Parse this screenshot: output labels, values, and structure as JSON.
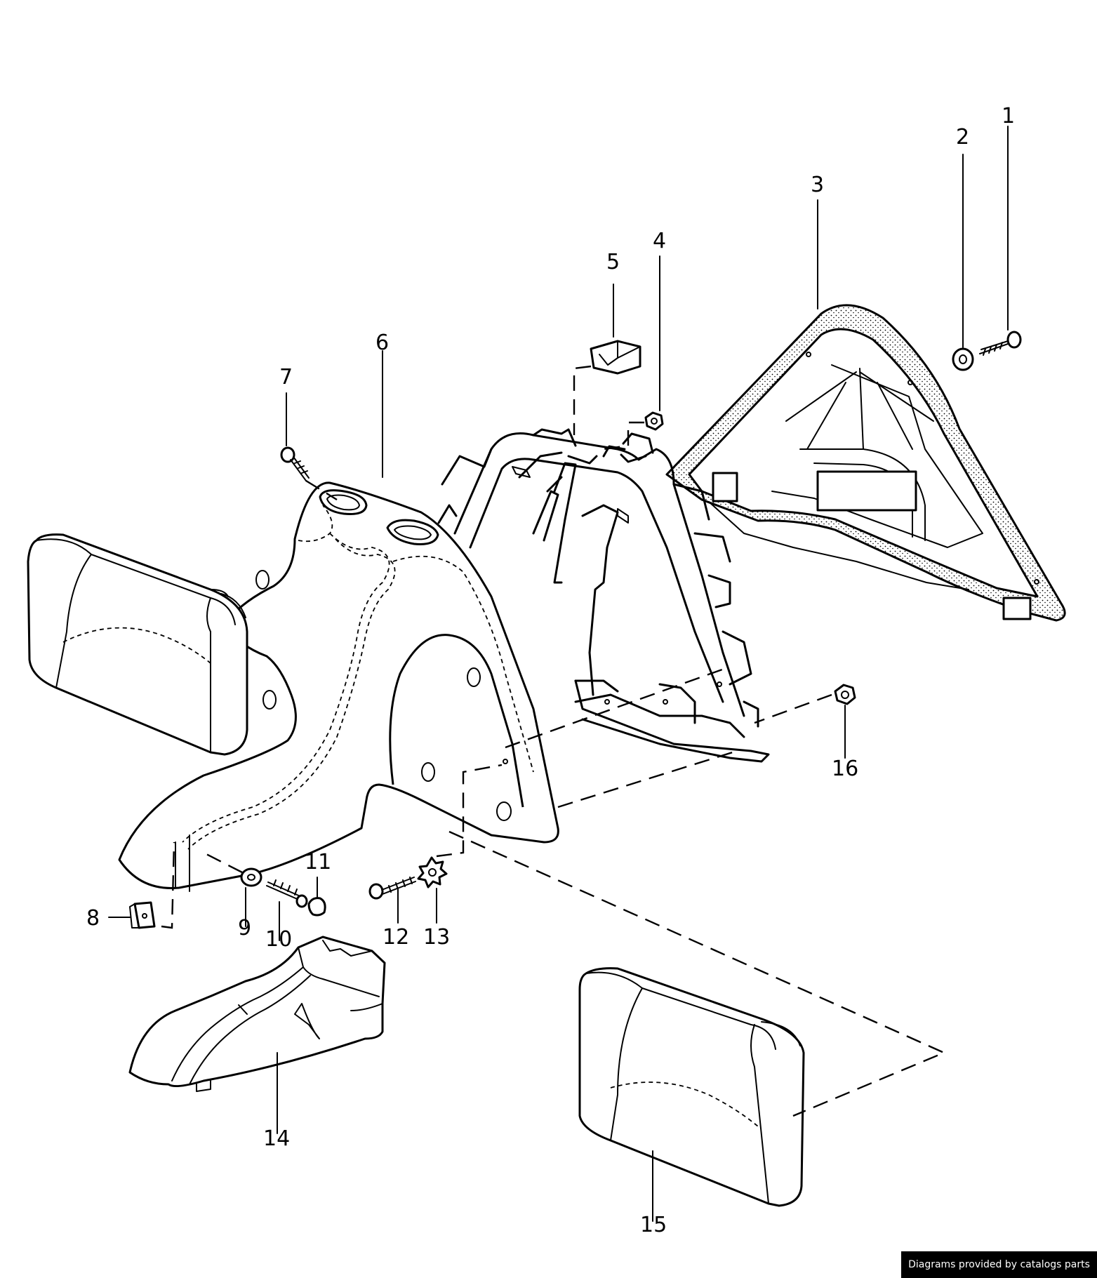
{
  "diagram": {
    "callouts": [
      {
        "id": 1,
        "label": "1"
      },
      {
        "id": 2,
        "label": "2"
      },
      {
        "id": 3,
        "label": "3"
      },
      {
        "id": 4,
        "label": "4"
      },
      {
        "id": 5,
        "label": "5"
      },
      {
        "id": 6,
        "label": "6"
      },
      {
        "id": 7,
        "label": "7"
      },
      {
        "id": 8,
        "label": "8"
      },
      {
        "id": 9,
        "label": "9"
      },
      {
        "id": 10,
        "label": "10"
      },
      {
        "id": 11,
        "label": "11"
      },
      {
        "id": 12,
        "label": "12"
      },
      {
        "id": 13,
        "label": "13"
      },
      {
        "id": 14,
        "label": "14"
      },
      {
        "id": 15,
        "label": "15"
      },
      {
        "id": 16,
        "label": "16"
      }
    ]
  },
  "footer": {
    "credit": "Diagrams provided by catalogs parts"
  }
}
